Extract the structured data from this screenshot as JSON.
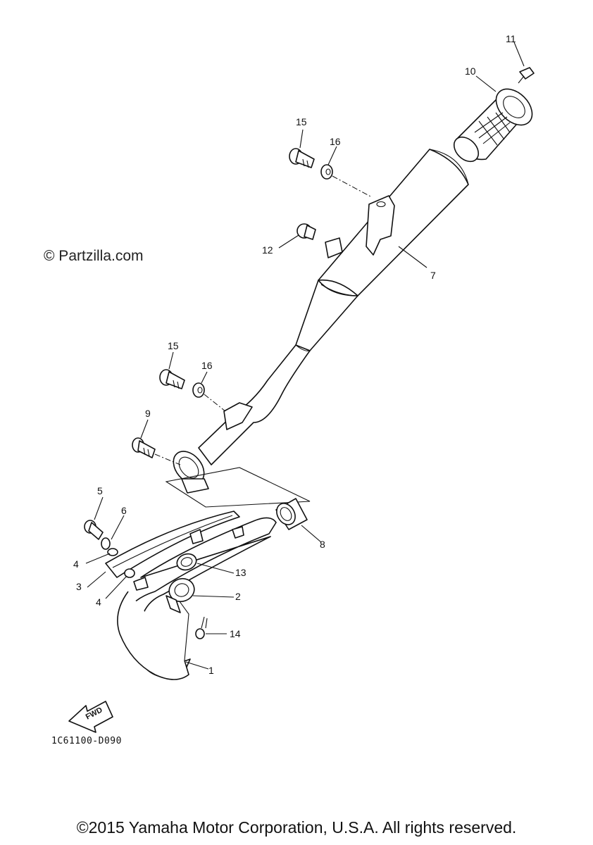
{
  "watermark": "© Partzilla.com",
  "diagram_code": "1C61100-D090",
  "copyright": "©2015 Yamaha Motor Corporation, U.S.A. All rights reserved.",
  "direction_label": "FWD",
  "callouts": {
    "c1": "1",
    "c2": "2",
    "c3": "3",
    "c4a": "4",
    "c4b": "4",
    "c5": "5",
    "c6": "6",
    "c7": "7",
    "c8": "8",
    "c9": "9",
    "c10": "10",
    "c11": "11",
    "c12": "12",
    "c13": "13",
    "c14": "14",
    "c15a": "15",
    "c15b": "15",
    "c16a": "16",
    "c16b": "16"
  }
}
